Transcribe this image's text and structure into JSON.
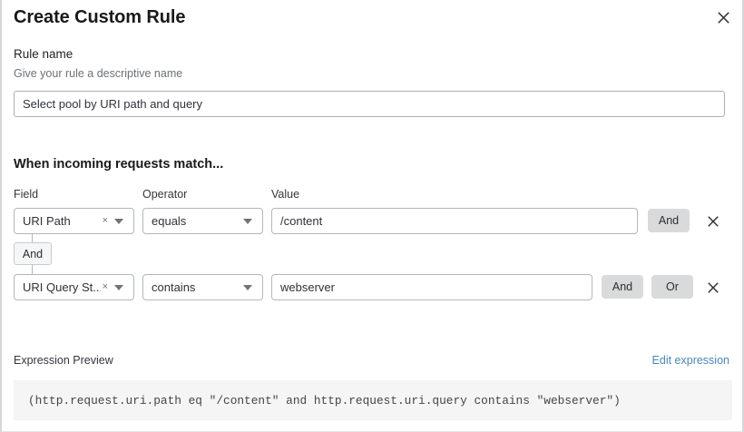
{
  "dialog": {
    "title": "Create Custom Rule",
    "close_icon": "close-icon"
  },
  "rule_name": {
    "label": "Rule name",
    "help": "Give your rule a descriptive name",
    "value": "Select pool by URI path and query",
    "placeholder": "Select pool by URI path and query"
  },
  "match_section": {
    "heading": "When incoming requests match...",
    "columns": {
      "field": "Field",
      "operator": "Operator",
      "value": "Value"
    },
    "connector": {
      "label": "And"
    },
    "rows": [
      {
        "field": "URI Path",
        "field_clear_icon": "×",
        "field_caret_icon": "chevron-down-icon",
        "operator": "equals",
        "operator_caret_icon": "chevron-down-icon",
        "value": "/content",
        "buttons": [
          "And"
        ],
        "delete_icon": "✕"
      },
      {
        "field": "URI Query St...",
        "field_clear_icon": "×",
        "field_caret_icon": "chevron-down-icon",
        "operator": "contains",
        "operator_caret_icon": "chevron-down-icon",
        "value": "webserver",
        "buttons": [
          "And",
          "Or"
        ],
        "delete_icon": "✕"
      }
    ]
  },
  "expression": {
    "label": "Expression Preview",
    "edit_link": "Edit expression",
    "text": "(http.request.uri.path eq \"/content\" and http.request.uri.query contains \"webserver\")"
  },
  "colors": {
    "link": "#4a87b8",
    "button_bg": "#d9dadb",
    "expr_bg": "#f5f5f5",
    "border": "#b3b7bb"
  }
}
